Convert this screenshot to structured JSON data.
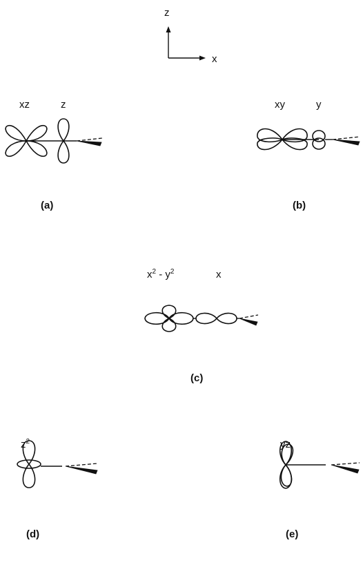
{
  "axes": {
    "vertical_label": "z",
    "horizontal_label": "x"
  },
  "panels": {
    "a": {
      "caption": "(a)",
      "metal_orbital": "xz",
      "ligand_orbital": "z"
    },
    "b": {
      "caption": "(b)",
      "metal_orbital": "xy",
      "ligand_orbital": "y"
    },
    "c": {
      "caption": "(c)",
      "metal_orbital_base1": "x",
      "metal_orbital_sup1": "2",
      "metal_orbital_sep": " - ",
      "metal_orbital_base2": "y",
      "metal_orbital_sup2": "2",
      "ligand_orbital": "x"
    },
    "d": {
      "caption": "(d)",
      "metal_orbital_base": "z",
      "metal_orbital_sup": "2"
    },
    "e": {
      "caption": "(e)",
      "metal_orbital": "yz"
    }
  }
}
